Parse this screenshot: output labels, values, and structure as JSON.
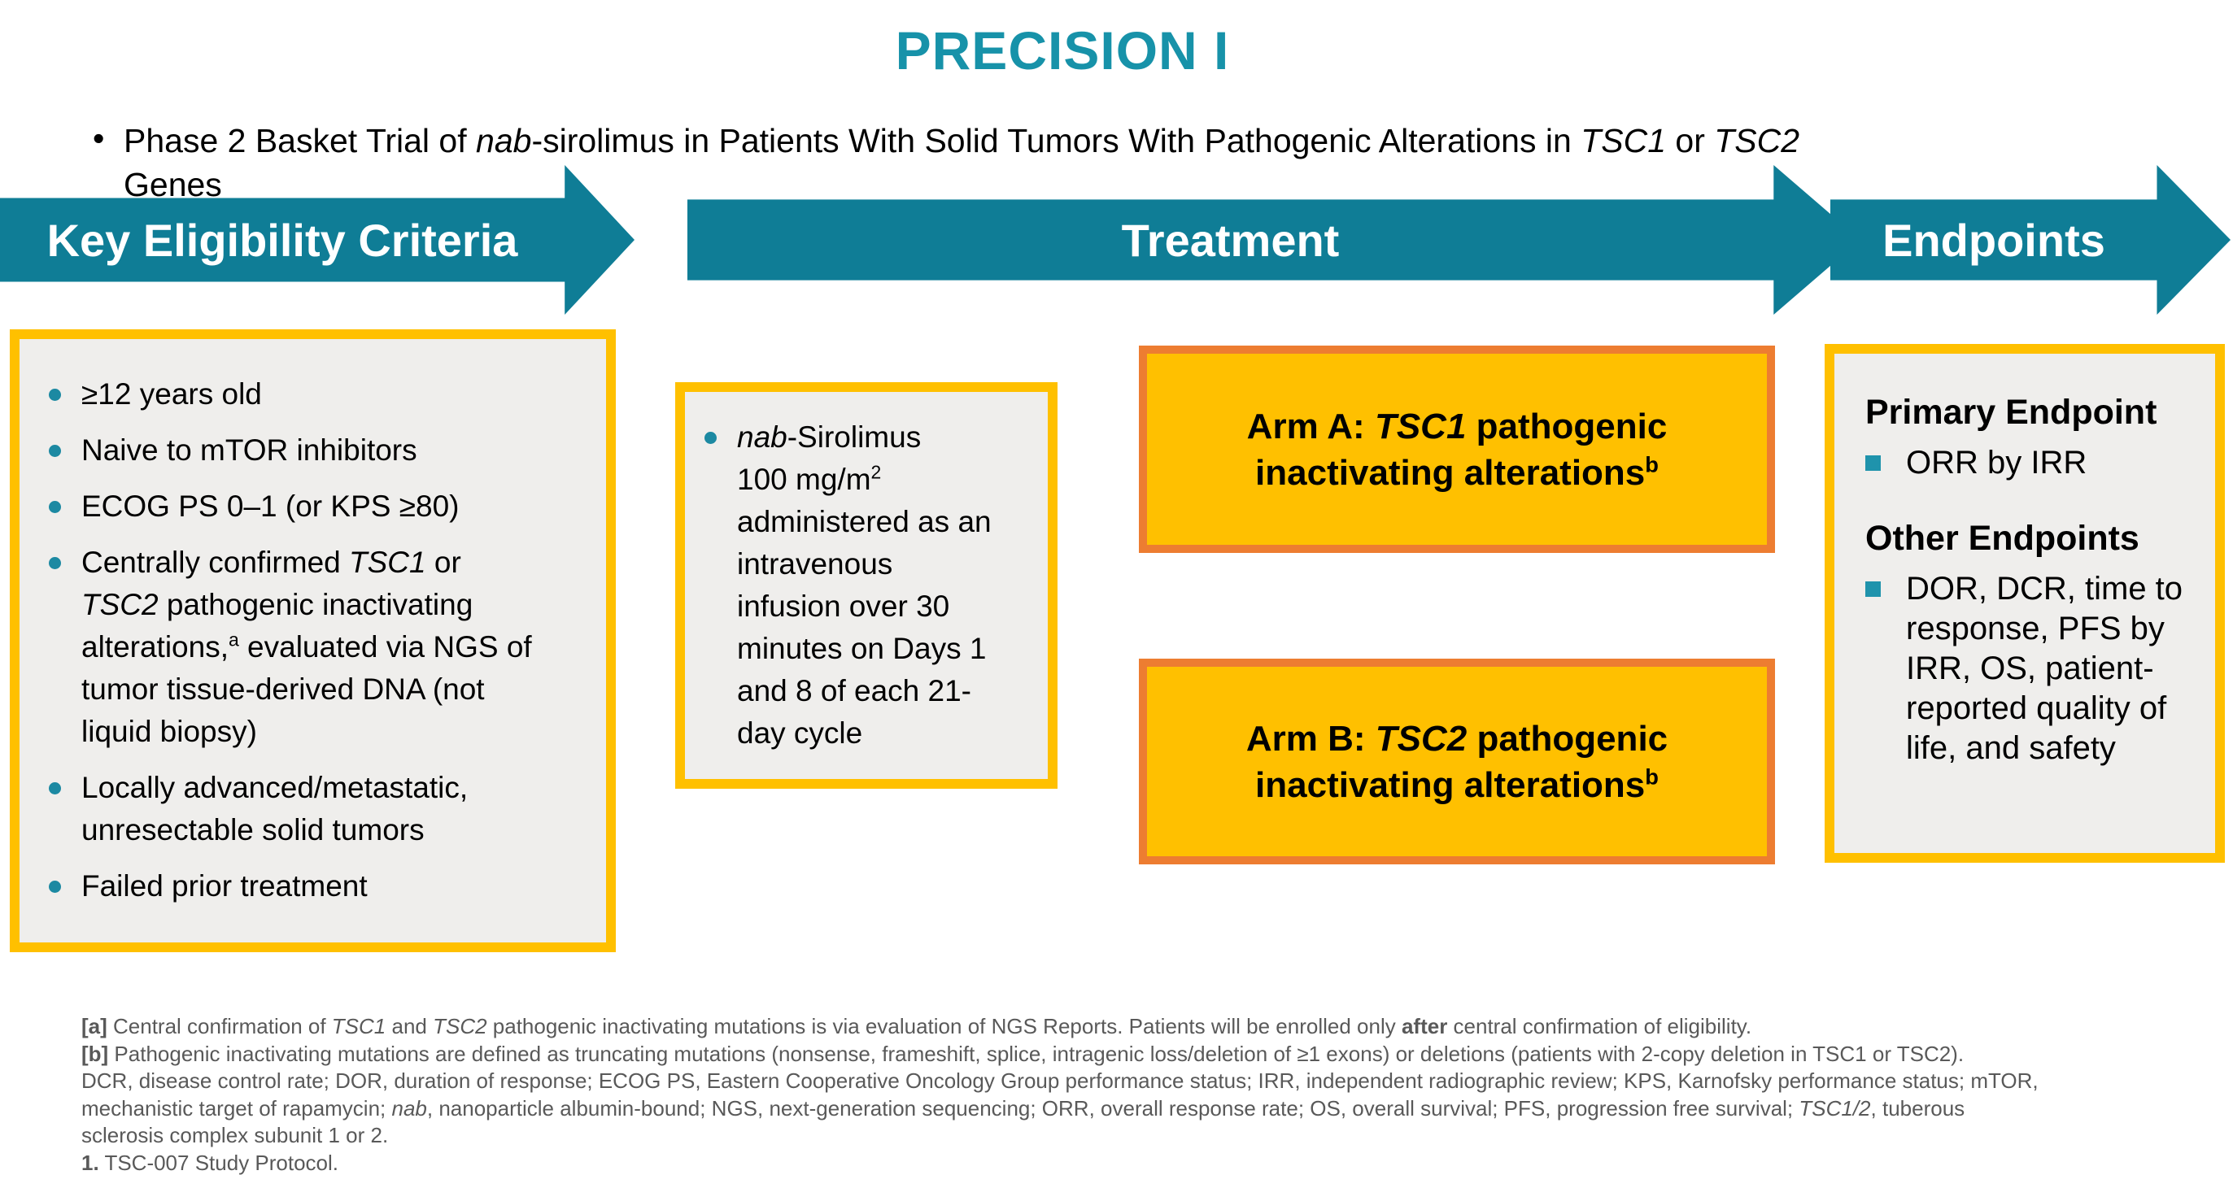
{
  "colors": {
    "teal_arrow": "#0F7D96",
    "teal_title": "#1792A9",
    "teal_bullet": "#1C89A2",
    "teal_square_bullet": "#1F93AC",
    "gold_border_fill": "#FFC000",
    "orange_arm_border": "#ED7D31",
    "panel_gray_fill": "#EFEEEC",
    "footnote_gray": "#595959"
  },
  "title": "PRECISION I",
  "subtitle": [
    {
      "t": "Phase 2 Basket Trial of "
    },
    {
      "t": "nab",
      "i": true
    },
    {
      "t": "-sirolimus in Patients With Solid Tumors With Pathogenic Alterations in "
    },
    {
      "t": "TSC1",
      "i": true
    },
    {
      "t": " or "
    },
    {
      "t": "TSC2",
      "i": true
    },
    {
      "br": true
    },
    {
      "t": "Genes"
    }
  ],
  "subtitle_bullet": "•",
  "arrows": [
    {
      "label": "Key Eligibility Criteria"
    },
    {
      "label": "Treatment"
    },
    {
      "label": "Endpoints"
    }
  ],
  "eligibility": {
    "items": [
      [
        {
          "t": "≥12 years old"
        }
      ],
      [
        {
          "t": "Naive to mTOR inhibitors"
        }
      ],
      [
        {
          "t": "ECOG PS 0–1 (or KPS ≥80)"
        }
      ],
      [
        {
          "t": "Centrally confirmed "
        },
        {
          "t": "TSC1",
          "i": true
        },
        {
          "t": " or"
        },
        {
          "br": true
        },
        {
          "t": "TSC2",
          "i": true
        },
        {
          "t": " pathogenic inactivating"
        },
        {
          "br": true
        },
        {
          "t": "alterations,"
        },
        {
          "t": "a",
          "sup": true
        },
        {
          "t": " evaluated via NGS of"
        },
        {
          "br": true
        },
        {
          "t": "tumor tissue-derived DNA (not"
        },
        {
          "br": true
        },
        {
          "t": "liquid biopsy)"
        }
      ],
      [
        {
          "t": "Locally advanced/metastatic,"
        },
        {
          "br": true
        },
        {
          "t": "unresectable solid tumors"
        }
      ],
      [
        {
          "t": "Failed prior treatment"
        }
      ]
    ]
  },
  "treatment": {
    "description": [
      {
        "t": "nab",
        "i": true
      },
      {
        "t": "-Sirolimus"
      },
      {
        "br": true
      },
      {
        "t": "100 mg/m"
      },
      {
        "t": "2",
        "sup": true
      },
      {
        "br": true
      },
      {
        "t": "administered as an"
      },
      {
        "br": true
      },
      {
        "t": "intravenous"
      },
      {
        "br": true
      },
      {
        "t": "infusion over 30"
      },
      {
        "br": true
      },
      {
        "t": "minutes on Days 1"
      },
      {
        "br": true
      },
      {
        "t": "and 8 of each 21-"
      },
      {
        "br": true
      },
      {
        "t": "day cycle"
      }
    ]
  },
  "arms": [
    {
      "label": [
        {
          "t": "Arm A: "
        },
        {
          "t": "TSC1",
          "i": true
        },
        {
          "t": " pathogenic"
        },
        {
          "br": true
        },
        {
          "t": "inactivating alterations"
        },
        {
          "t": "b",
          "sup": true
        }
      ]
    },
    {
      "label": [
        {
          "t": "Arm B: "
        },
        {
          "t": "TSC2",
          "i": true
        },
        {
          "t": " pathogenic"
        },
        {
          "br": true
        },
        {
          "t": "inactivating alterations"
        },
        {
          "t": "b",
          "sup": true
        }
      ]
    }
  ],
  "endpoints": {
    "primary_heading": "Primary Endpoint",
    "primary_item": [
      {
        "t": "ORR by IRR"
      }
    ],
    "other_heading": "Other Endpoints",
    "other_item": [
      {
        "t": "DOR, DCR, time to"
      },
      {
        "br": true
      },
      {
        "t": "response, PFS by"
      },
      {
        "br": true
      },
      {
        "t": "IRR, OS, patient-"
      },
      {
        "br": true
      },
      {
        "t": "reported quality of"
      },
      {
        "br": true
      },
      {
        "t": "life, and safety"
      }
    ]
  },
  "footnotes": {
    "lines": [
      [
        {
          "t": "[a]",
          "b": true
        },
        {
          "t": " Central confirmation of "
        },
        {
          "t": "TSC1",
          "i": true
        },
        {
          "t": " and "
        },
        {
          "t": "TSC2",
          "i": true
        },
        {
          "t": " pathogenic inactivating mutations is via evaluation of NGS Reports. Patients will be enrolled only "
        },
        {
          "t": "after",
          "b": true
        },
        {
          "t": " central confirmation of eligibility."
        }
      ],
      [
        {
          "t": "[b]",
          "b": true
        },
        {
          "t": " Pathogenic inactivating mutations are defined as truncating mutations (nonsense, frameshift, splice, intragenic loss/deletion of ≥1 exons) or deletions (patients with 2-copy deletion in TSC1 or TSC2)."
        }
      ],
      [
        {
          "t": "DCR, disease control rate; DOR, duration of response; ECOG PS, Eastern Cooperative Oncology Group performance status; IRR, independent radiographic review; KPS, Karnofsky performance status; mTOR,"
        }
      ],
      [
        {
          "t": "mechanistic target of rapamycin; "
        },
        {
          "t": "nab",
          "i": true
        },
        {
          "t": ", nanoparticle albumin-bound; NGS, next-generation sequencing; ORR, overall response rate; OS, overall survival; PFS, progression free survival; "
        },
        {
          "t": "TSC1/2",
          "i": true
        },
        {
          "t": ", tuberous"
        }
      ],
      [
        {
          "t": "sclerosis complex subunit 1 or 2."
        }
      ],
      [
        {
          "t": "1.",
          "b": true
        },
        {
          "t": " TSC-007 Study Protocol."
        }
      ]
    ]
  }
}
